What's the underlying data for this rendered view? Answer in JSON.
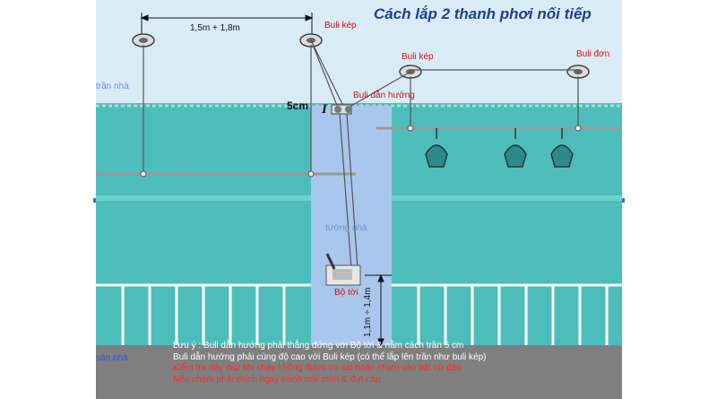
{
  "title": "Cách lắp 2 thanh phơi nối tiếp",
  "labels": {
    "span": "1,5m + 1,8m",
    "buli_kep_left": "Buli kép",
    "buli_kep_right": "Buli kép",
    "buli_don": "Buli đơn",
    "buli_dan_huong": "Buli dẫn hướng",
    "gap": "5cm",
    "tran_nha": "trần nhà",
    "tuong_nha": "tường nhà",
    "bo_toi": "Bộ tời",
    "height": "1,1m ÷ 1,4m",
    "san_nha": "sàn nhà"
  },
  "notes": [
    "Lưu ý : Buli dẫn hướng phải thẳng đứng với Bộ tời & nằm cách trần 5 cm",
    "Buli dẫn hướng phải cùng độ cao với Buli kép (có thể lắp lên trần như buli kép)",
    "Kiểm tra dây cáp khi chạy không được cọ sát hoặc chạm vào bất cứ đâu",
    "Nếu chạm phải chỉnh ngay tránh mài mòn & đứt cáp"
  ],
  "colors": {
    "wall": "#4dbdbb",
    "ceiling": "#d9ecf6",
    "pillar": "#a9c7ec",
    "floor": "#7f7f7f",
    "note_red": "#ff2a2a",
    "label_red": "#d01010",
    "label_blue": "#6c8fd8",
    "title": "#1f3f8f"
  }
}
